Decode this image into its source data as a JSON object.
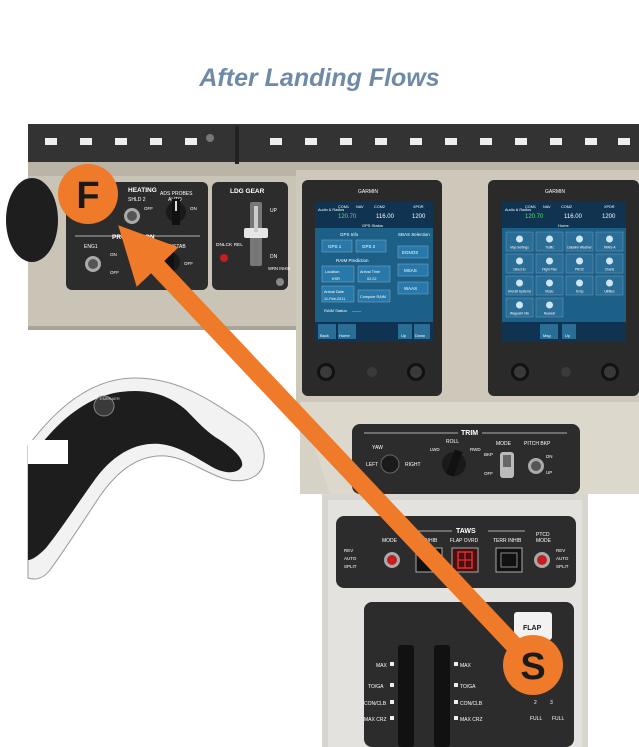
{
  "title": "After Landing Flows",
  "markers": {
    "start": "S",
    "finish": "F"
  },
  "colors": {
    "accent": "#ee7a2a",
    "title": "#6e8aa6",
    "panel": "#2c2c2c",
    "bezel": "#c9c4b6",
    "screen": "#1a6a96"
  },
  "left_panel": {
    "heating": "HEATING",
    "shld2": "SHLD 2",
    "ads_probes": "ADS PROBES",
    "auto": "AUTO",
    "off": "OFF",
    "on": "ON",
    "protection": "PROTECTION",
    "eng1": "ENG1",
    "wingstab": "WING/STAB",
    "on2": "ON",
    "off2": "OFF",
    "off3": "OFF"
  },
  "ldg_gear": {
    "title": "LDG GEAR",
    "up": "UP",
    "dn": "DN",
    "dnlck_rel": "DNLCK REL",
    "wrn_inhib": "WRN INHIB"
  },
  "mfd_left": {
    "brand": "GARMIN",
    "header": [
      "Audio & Radios",
      "COM1",
      "NAV",
      "COM2",
      "XPDR"
    ],
    "freqs": [
      "120.70",
      "116.00",
      "1200"
    ],
    "page_title": "GPS Status",
    "gps_info": "GPS Info",
    "sbas": "SBAS Selection",
    "gps1": "GPS 1",
    "gps2": "GPS 2",
    "egnos": "EGNOS",
    "msas": "MSAS",
    "waas": "WAAS",
    "raim": "RAIM Prediction",
    "location": "Location",
    "location_val": "KSR",
    "arrival_time": "Arrival Time",
    "arrival_val": "02:22",
    "arrival_date": "Arrival Date",
    "date_val": "11-Feb-2011",
    "compute": "Compute RAIM",
    "raim_status": "RAIM Status:",
    "raim_status_val": "-------",
    "footer": [
      "Back",
      "Home",
      "Up",
      "Down"
    ]
  },
  "mfd_right": {
    "brand": "GARMIN",
    "header": [
      "Audio & Radios",
      "COM1",
      "NAV",
      "COM2",
      "XPDR"
    ],
    "freqs": [
      "120.70",
      "116.00",
      "1200"
    ],
    "page_title": "Home",
    "icons": [
      "Map Settings",
      "Traffic",
      "Datalink Weather",
      "TAWS-A",
      "Direct-to",
      "Flight Plan",
      "PROC",
      "Charts",
      "Aircraft Systems",
      "Music",
      "Temp",
      "Utilities",
      "Waypoint Info",
      "Nearest"
    ],
    "footer": [
      "Msg",
      "Up"
    ]
  },
  "trim": {
    "title": "TRIM",
    "yaw": "YAW",
    "left": "LEFT",
    "right": "RIGHT",
    "roll": "ROLL",
    "lwd": "LWD",
    "rwd": "RWD",
    "mode": "MODE",
    "pitch_bkp": "PITCH BKP",
    "bkp": "BKP",
    "off": "OFF",
    "dn": "DN",
    "up": "UP"
  },
  "taws": {
    "title": "TAWS",
    "mode1": "MODE",
    "inhib": "INHIB",
    "flap_ovrd": "FLAP OVRD",
    "terr_inhib": "TERR INHIB",
    "ptcd": "PTCD",
    "mode2": "MODE",
    "rev": "REV",
    "auto": "AUTO",
    "split": "SPLIT"
  },
  "thrust": {
    "flap": "FLAP",
    "left_labels": [
      "MAX",
      "TO/GA",
      "CON/CLB",
      "MAX CRZ"
    ],
    "right_labels": [
      "MAX",
      "TO/GA",
      "CON/CLB",
      "MAX CRZ"
    ],
    "flap_labels": [
      "2",
      "3",
      "FULL",
      "FULL"
    ]
  },
  "stick": {
    "brand": "EMBRAER"
  }
}
